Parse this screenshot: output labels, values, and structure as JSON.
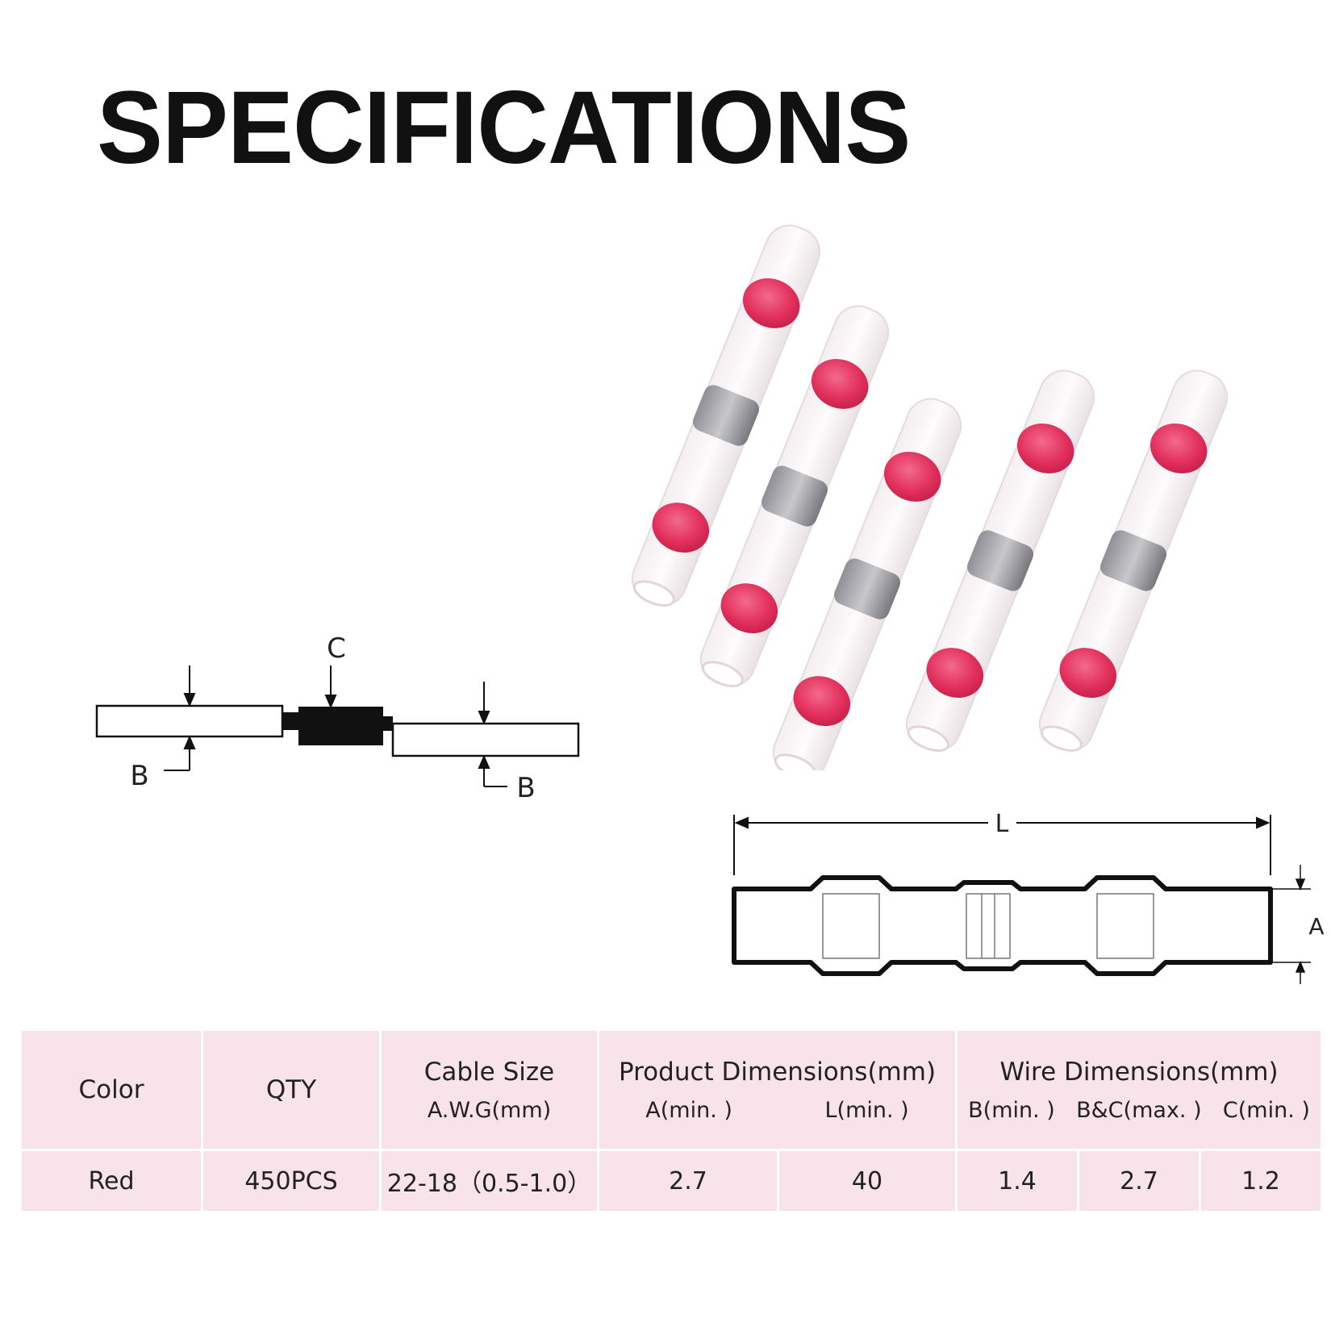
{
  "title": "SPECIFICATIONS",
  "photo": {
    "product": "heat shrink solder seal wire connectors",
    "ring_color": "#e2305c",
    "count": 5
  },
  "wire_diagram": {
    "label_c": "C",
    "label_b_left": "B",
    "label_b_right": "B"
  },
  "dim_diagram": {
    "label_l": "L",
    "label_a": "A"
  },
  "table": {
    "headers": {
      "color": "Color",
      "qty": "QTY",
      "cable_size": "Cable Size",
      "cable_size_sub": "A.W.G(mm)",
      "product_dimensions": "Product Dimensions(mm)",
      "a_min": "A(min. )",
      "l_min": "L(min. )",
      "wire_dimensions": "Wire Dimensions(mm)",
      "b_min": "B(min. )",
      "bc_max": "B&C(max. )",
      "c_min": "C(min. )"
    },
    "row": {
      "color": "Red",
      "qty": "450PCS",
      "cable_size": "22-18（0.5-1.0）",
      "a_min": "2.7",
      "l_min": "40",
      "b_min": "1.4",
      "bc_max": "2.7",
      "c_min": "1.2"
    },
    "background": "#f8e3ea"
  }
}
